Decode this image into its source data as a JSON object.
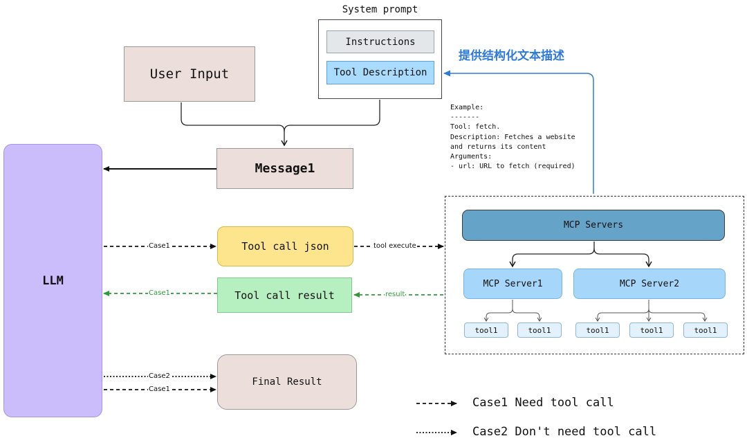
{
  "system_prompt": {
    "title": "System prompt",
    "instructions": "Instructions",
    "tool_description": "Tool Description"
  },
  "annotation": "提供结构化文本描述",
  "example_lines": [
    "Example:",
    "-------",
    "Tool: fetch.",
    "Description: Fetches a website",
    "and returns its content",
    "Arguments:",
    "- url: URL to fetch (required)"
  ],
  "nodes": {
    "user_input": "User Input",
    "message1": "Message1",
    "llm": "LLM",
    "tool_call_json": "Tool call json",
    "tool_call_result": "Tool call result",
    "final_result": "Final Result"
  },
  "mcp": {
    "servers": "MCP Servers",
    "server1": "MCP Server1",
    "server2": "MCP Server2",
    "tools": [
      "tool1",
      "tool1",
      "tool1",
      "tool1",
      "tool1"
    ]
  },
  "edge_labels": {
    "case1_to_json": "Case1",
    "tool_execute": "tool execute",
    "result": "result",
    "case1_result": "Case1",
    "case2_final": "Case2",
    "case1_final": "Case1"
  },
  "legend": {
    "case1": "Case1 Need tool call",
    "case2": "Case2 Don't need tool call"
  },
  "colors": {
    "llm": "#cbbcfb",
    "input_box": "#ecdfdb",
    "tool_call_json": "#fce58c",
    "tool_call_result": "#b7f0c0",
    "mcp_servers": "#66a3c9",
    "mcp_server": "#a6d7fb",
    "tool_description": "#a9dbfd",
    "annotation_blue": "#2f7ad3",
    "result_green": "#2f9a3a"
  }
}
